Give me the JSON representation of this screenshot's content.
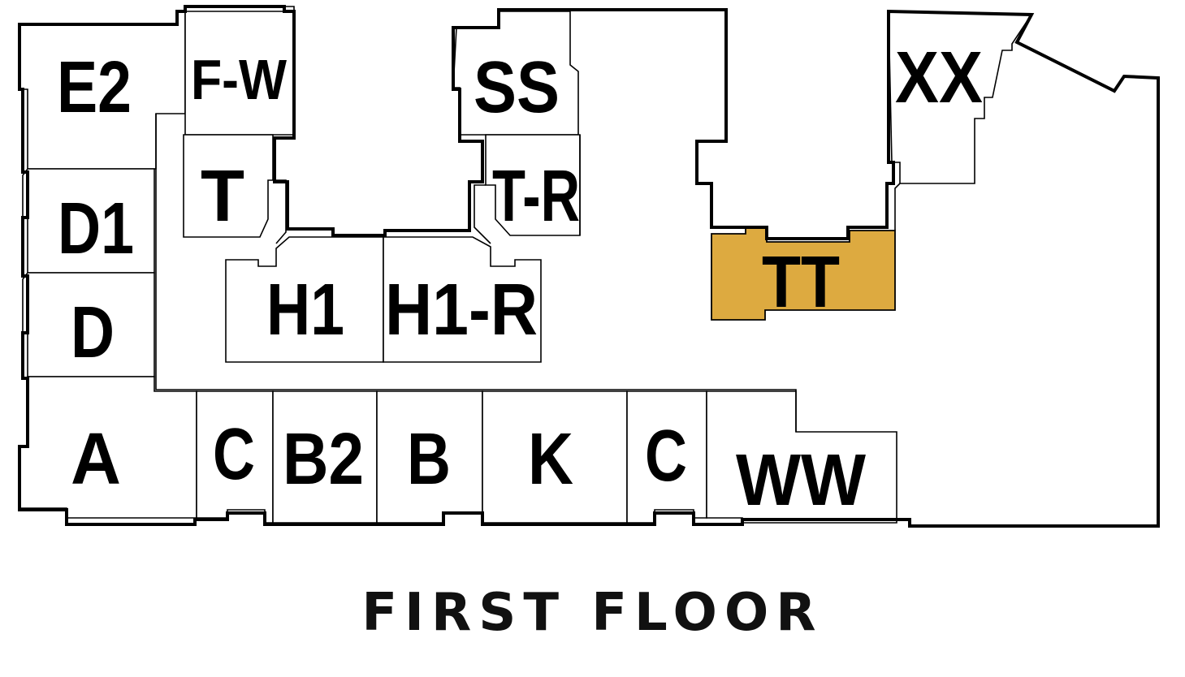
{
  "floor_title": "FIRST FLOOR",
  "highlight_color": "#DDAA40",
  "units": [
    {
      "id": "E2",
      "label": "E2",
      "highlighted": false
    },
    {
      "id": "F-W",
      "label": "F-W",
      "highlighted": false
    },
    {
      "id": "SS",
      "label": "SS",
      "highlighted": false
    },
    {
      "id": "XX",
      "label": "XX",
      "highlighted": false
    },
    {
      "id": "T",
      "label": "T",
      "highlighted": false
    },
    {
      "id": "T-R",
      "label": "T-R",
      "highlighted": false
    },
    {
      "id": "D1",
      "label": "D1",
      "highlighted": false
    },
    {
      "id": "TT",
      "label": "TT",
      "highlighted": true
    },
    {
      "id": "H1",
      "label": "H1",
      "highlighted": false
    },
    {
      "id": "H1-R",
      "label": "H1-R",
      "highlighted": false
    },
    {
      "id": "D",
      "label": "D",
      "highlighted": false
    },
    {
      "id": "A",
      "label": "A",
      "highlighted": false
    },
    {
      "id": "C-1",
      "label": "C",
      "highlighted": false
    },
    {
      "id": "B2",
      "label": "B2",
      "highlighted": false
    },
    {
      "id": "B",
      "label": "B",
      "highlighted": false
    },
    {
      "id": "K",
      "label": "K",
      "highlighted": false
    },
    {
      "id": "C-2",
      "label": "C",
      "highlighted": false
    },
    {
      "id": "WW",
      "label": "WW",
      "highlighted": false
    }
  ]
}
